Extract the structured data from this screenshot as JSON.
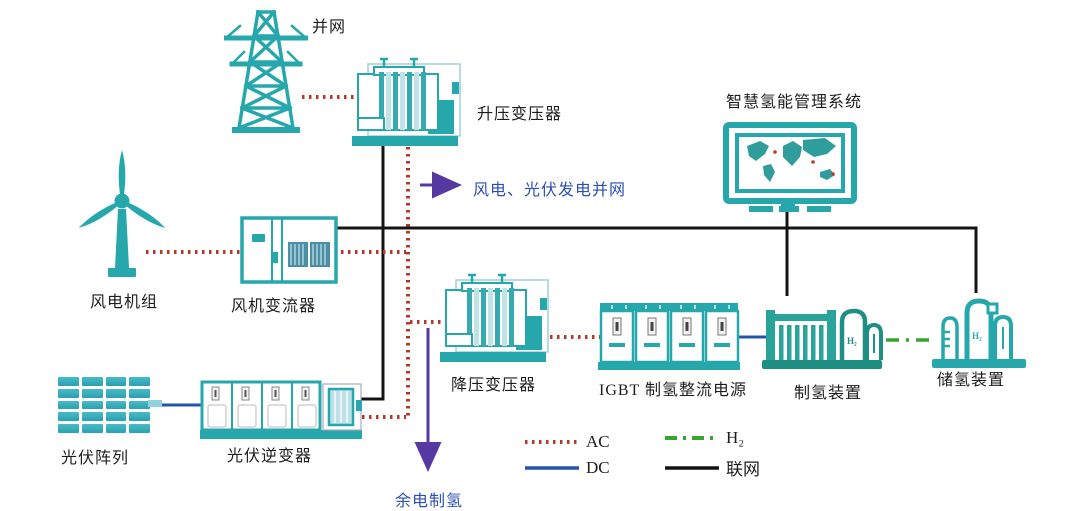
{
  "nodes": {
    "grid": {
      "label": "并网"
    },
    "step_up_transformer": {
      "label": "升压变压器"
    },
    "management_system": {
      "label": "智慧氢能管理系统"
    },
    "wind_turbine": {
      "label": "风电机组"
    },
    "wind_converter": {
      "label": "风机变流器"
    },
    "step_down_transformer": {
      "label": "降压变压器"
    },
    "igbt_rectifier": {
      "label": "IGBT 制氢整流电源"
    },
    "h2_production": {
      "label": "制氢装置",
      "tank_label": "H₂"
    },
    "h2_storage": {
      "label": "储氢装置",
      "tank_label": "H₂"
    },
    "pv_array": {
      "label": "光伏阵列"
    },
    "pv_inverter": {
      "label": "光伏逆变器"
    }
  },
  "annotations": {
    "grid_export": "风电、光伏发电并网",
    "surplus_to_hydrogen": "余电制氢"
  },
  "legend": {
    "ac": {
      "label": "AC",
      "color": "#b5372a",
      "style": "dotted"
    },
    "dc": {
      "label": "DC",
      "color": "#2354ad",
      "style": "solid"
    },
    "h2": {
      "label": "H₂",
      "color": "#3aa431",
      "style": "dash-dot"
    },
    "network": {
      "label": "联网",
      "color": "#141414",
      "style": "solid"
    }
  },
  "colors": {
    "device_teal": "#26a7ac",
    "hydrogen_teal": "#1e8f82",
    "arrow_purple": "#5639a0",
    "annotation_blue": "#2b4fb5"
  }
}
